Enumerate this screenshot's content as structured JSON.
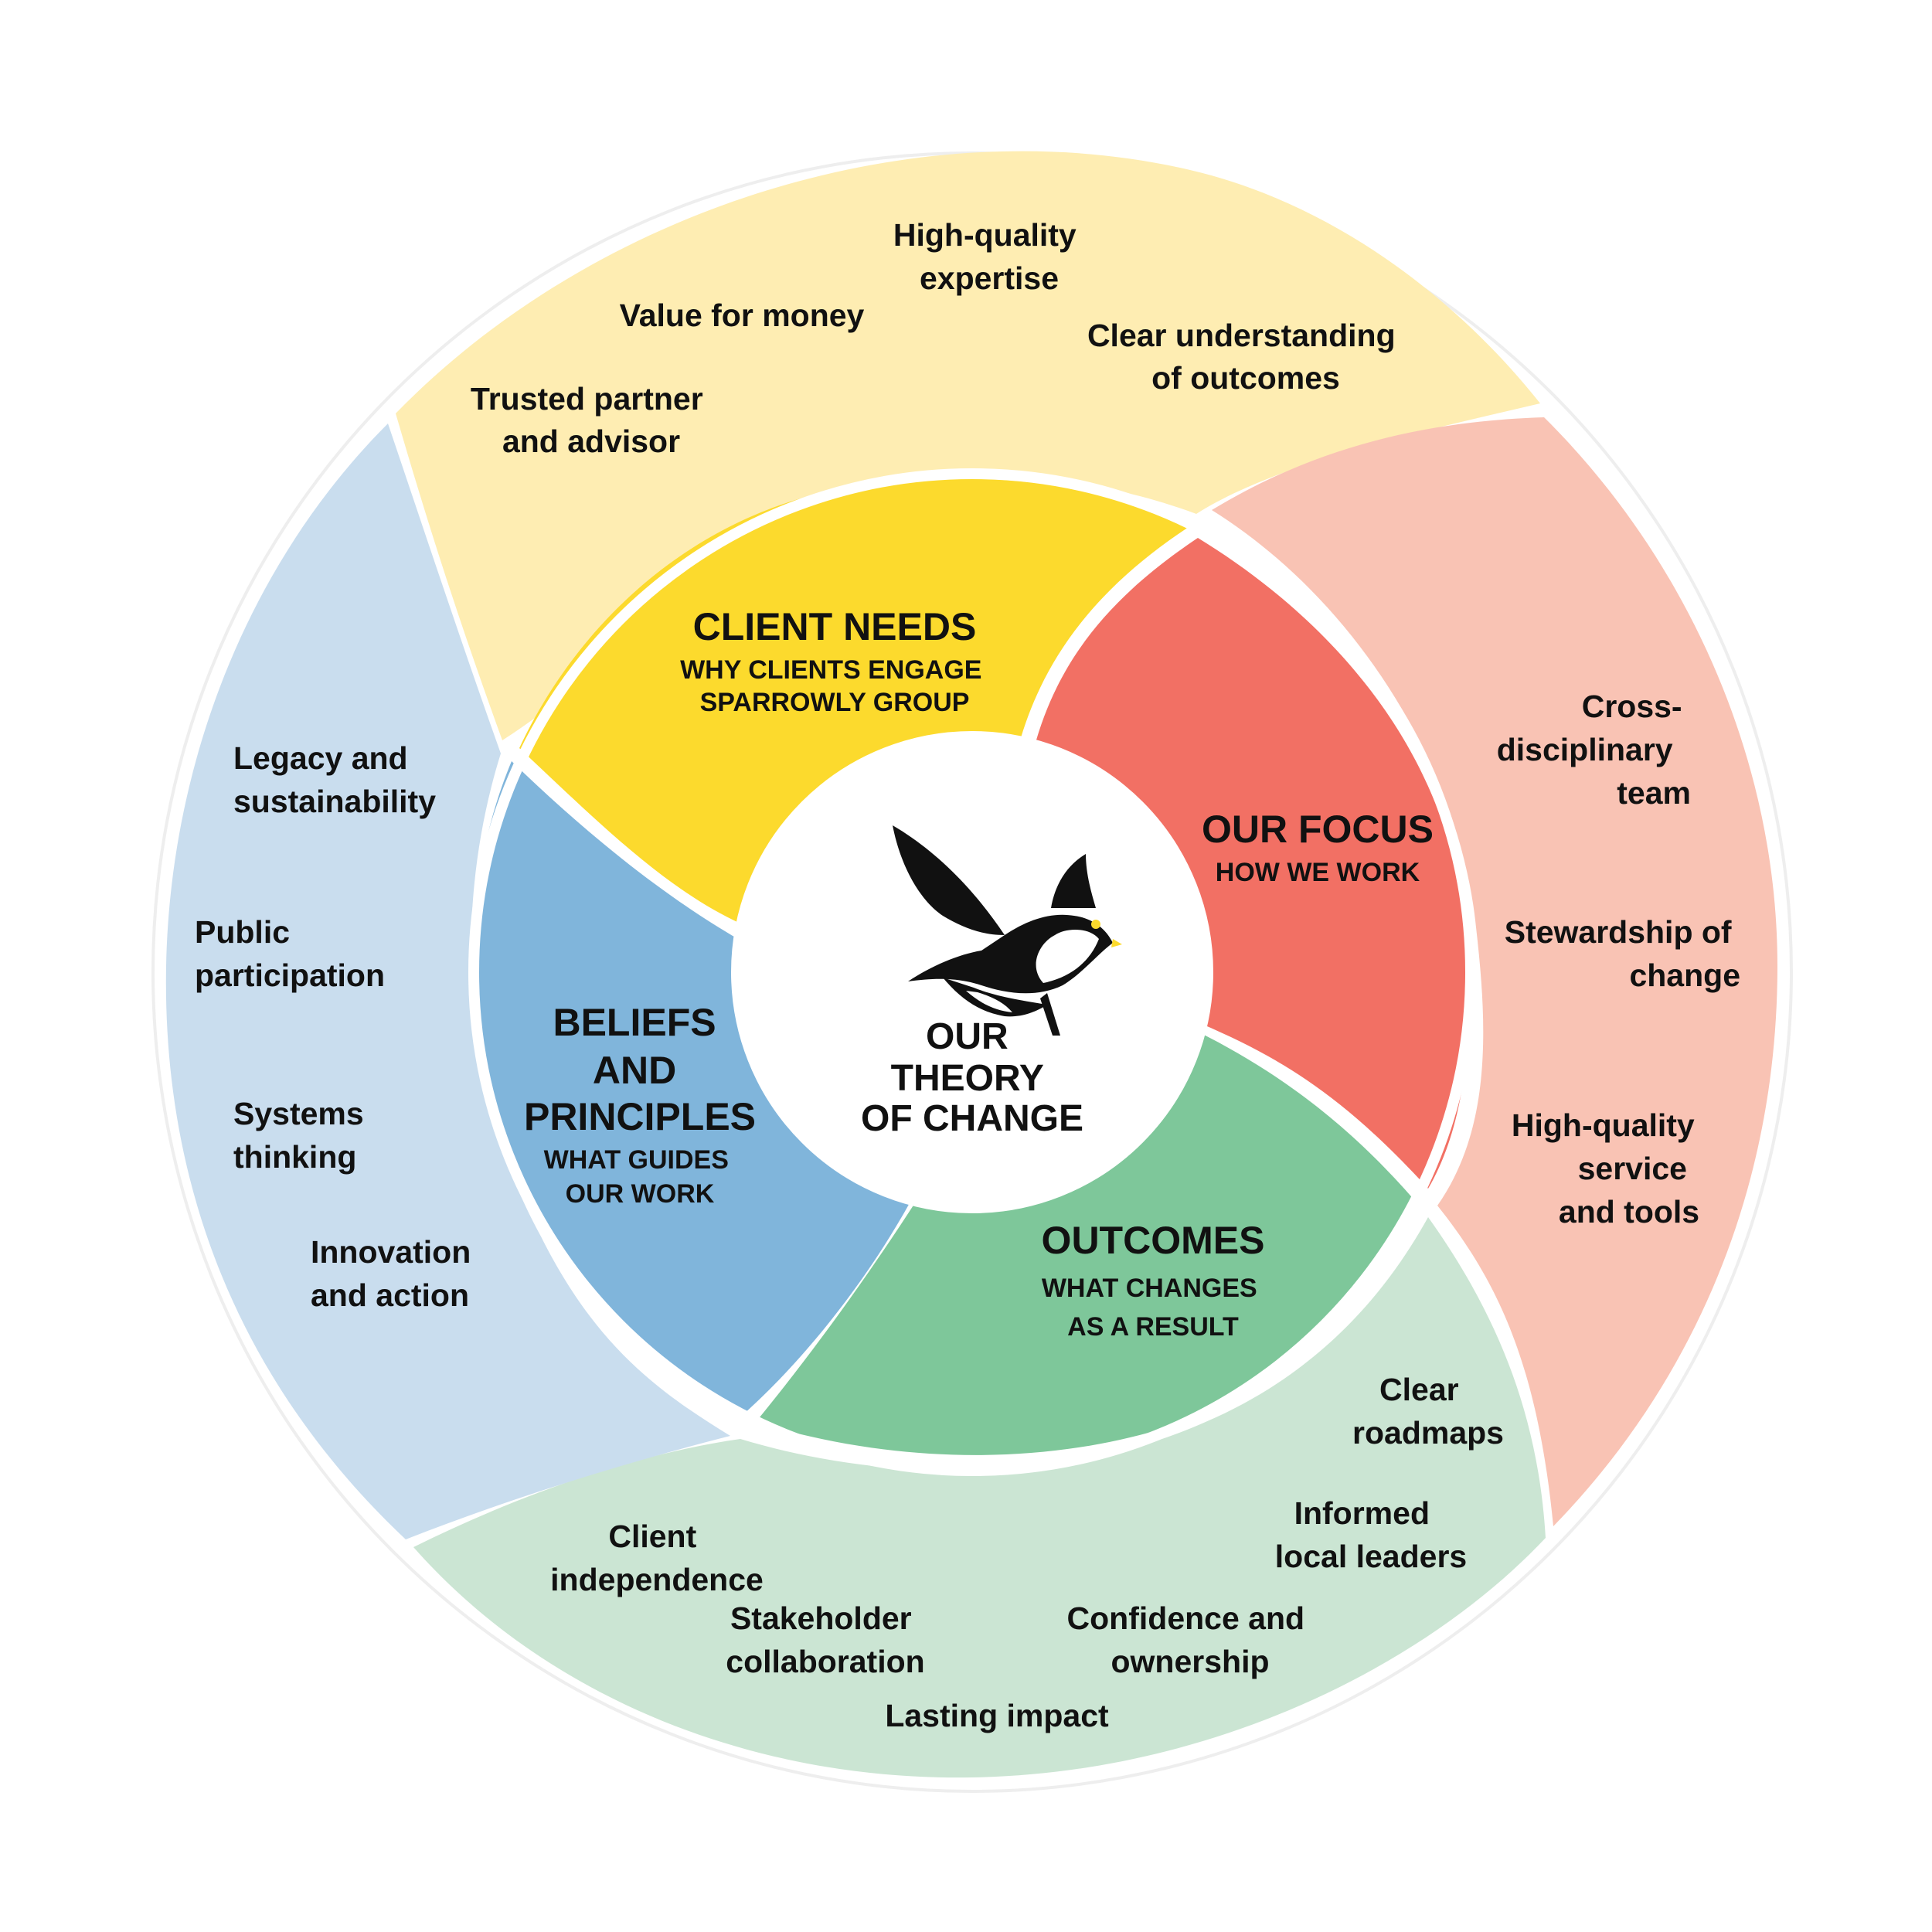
{
  "center": {
    "title_lines": [
      "OUR",
      "THEORY",
      "OF CHANGE"
    ],
    "icon": "sparrow-icon"
  },
  "colors": {
    "client_needs_inner": "#FCDA2D",
    "client_needs_outer": "#FEEDB2",
    "our_focus_inner": "#F27064",
    "our_focus_outer": "#F9C3B4",
    "outcomes_inner": "#7EC79A",
    "outcomes_outer": "#CBE5D3",
    "beliefs_inner": "#80B5DB",
    "beliefs_outer": "#C9DDEE"
  },
  "sections": {
    "client_needs": {
      "heading": "CLIENT NEEDS",
      "sub_lines": [
        "WHY CLIENTS ENGAGE",
        "SPARROWLY GROUP"
      ],
      "items": [
        [
          "High-quality",
          "expertise"
        ],
        [
          "Value for money"
        ],
        [
          "Clear understanding",
          "of outcomes"
        ],
        [
          "Trusted partner",
          "and advisor"
        ]
      ]
    },
    "our_focus": {
      "heading": "OUR FOCUS",
      "sub_lines": [
        "HOW WE WORK"
      ],
      "items": [
        [
          "Cross-",
          "disciplinary",
          "team"
        ],
        [
          "Stewardship of",
          "change"
        ],
        [
          "High-quality",
          "service",
          "and tools"
        ]
      ]
    },
    "outcomes": {
      "heading": "OUTCOMES",
      "sub_lines": [
        "WHAT CHANGES",
        "AS A RESULT"
      ],
      "items": [
        [
          "Clear",
          "roadmaps"
        ],
        [
          "Informed",
          "local leaders"
        ],
        [
          "Client",
          "independence"
        ],
        [
          "Stakeholder",
          "collaboration"
        ],
        [
          "Confidence and",
          "ownership"
        ],
        [
          "Lasting impact"
        ]
      ]
    },
    "beliefs": {
      "heading_lines": [
        "BELIEFS",
        "AND",
        "PRINCIPLES"
      ],
      "sub_lines": [
        "WHAT GUIDES",
        "OUR WORK"
      ],
      "items": [
        [
          "Legacy and",
          "sustainability"
        ],
        [
          "Public",
          "participation"
        ],
        [
          "Systems",
          "thinking"
        ],
        [
          "Innovation",
          "and action"
        ]
      ]
    }
  }
}
